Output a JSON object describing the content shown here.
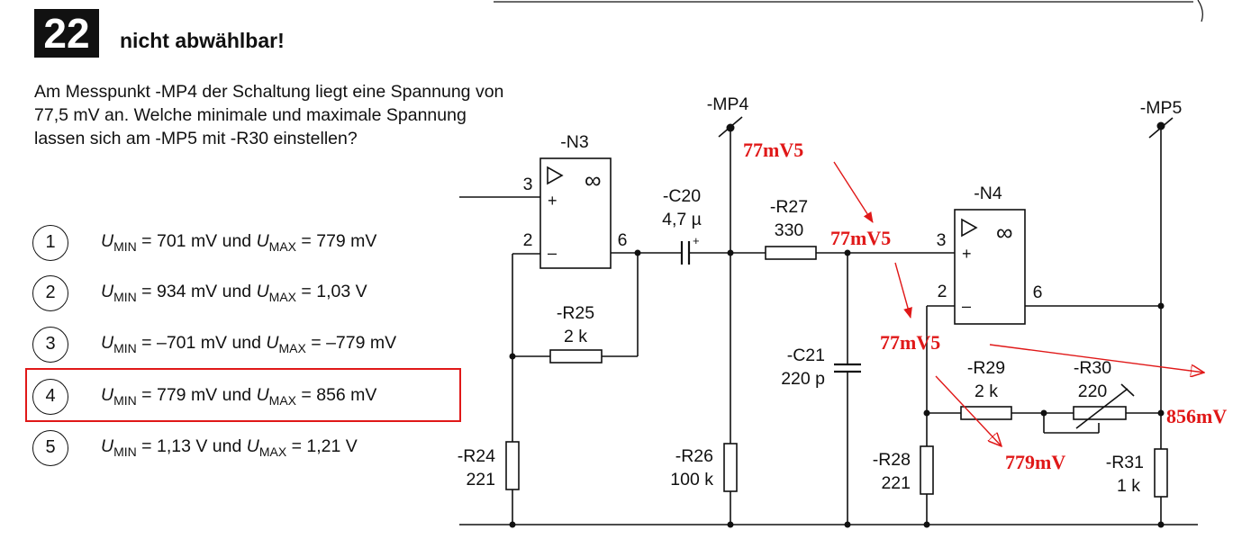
{
  "header": {
    "number": "22",
    "title": "nicht abwählbar!"
  },
  "question": {
    "text": "Am Messpunkt -MP4 der Schaltung liegt eine Spannung von 77,5 mV an. Welche minimale und maximale Spannung lassen sich am -MP5 mit -R30 einstellen?"
  },
  "options": [
    {
      "num": "1",
      "u": "U",
      "min": "MIN",
      "v1": " = 701 mV und ",
      "max": "MAX",
      "v2": " = 779 mV"
    },
    {
      "num": "2",
      "u": "U",
      "min": "MIN",
      "v1": " = 934 mV und ",
      "max": "MAX",
      "v2": " = 1,03 V"
    },
    {
      "num": "3",
      "u": "U",
      "min": "MIN",
      "v1": " = –701 mV und ",
      "max": "MAX",
      "v2": " = –779 mV"
    },
    {
      "num": "4",
      "u": "U",
      "min": "MIN",
      "v1": " = 779 mV und ",
      "max": "MAX",
      "v2": " = 856 mV"
    },
    {
      "num": "5",
      "u": "U",
      "min": "MIN",
      "v1": " = 1,13 V und ",
      "max": "MAX",
      "v2": " = 1,21 V"
    }
  ],
  "selected_option": "4",
  "circuit": {
    "n3": "-N3",
    "n4": "-N4",
    "mp4": "-MP4",
    "mp5": "-MP5",
    "n3_pin3": "3",
    "n3_pin2": "2",
    "n3_pin6": "6",
    "n4_pin3": "3",
    "n4_pin2": "2",
    "n4_pin6": "6",
    "inf": "∞",
    "plus": "+",
    "minus": "–",
    "c20_name": "-C20",
    "c20_val": "4,7 µ",
    "r27_name": "-R27",
    "r27_val": "330",
    "r25_name": "-R25",
    "r25_val": "2 k",
    "c21_name": "-C21",
    "c21_val": "220 p",
    "r29_name": "-R29",
    "r29_val": "2 k",
    "r30_name": "-R30",
    "r30_val": "220",
    "r24_name": "-R24",
    "r24_val": "221",
    "r26_name": "-R26",
    "r26_val": "100 k",
    "r28_name": "-R28",
    "r28_val": "221",
    "r31_name": "-R31",
    "r31_val": "1 k"
  },
  "annotations": {
    "a1": "77mV5",
    "a2": "77mV5",
    "a3": "77mV5",
    "a4": "856mV",
    "a5": "779mV",
    "color": "#e01818"
  }
}
